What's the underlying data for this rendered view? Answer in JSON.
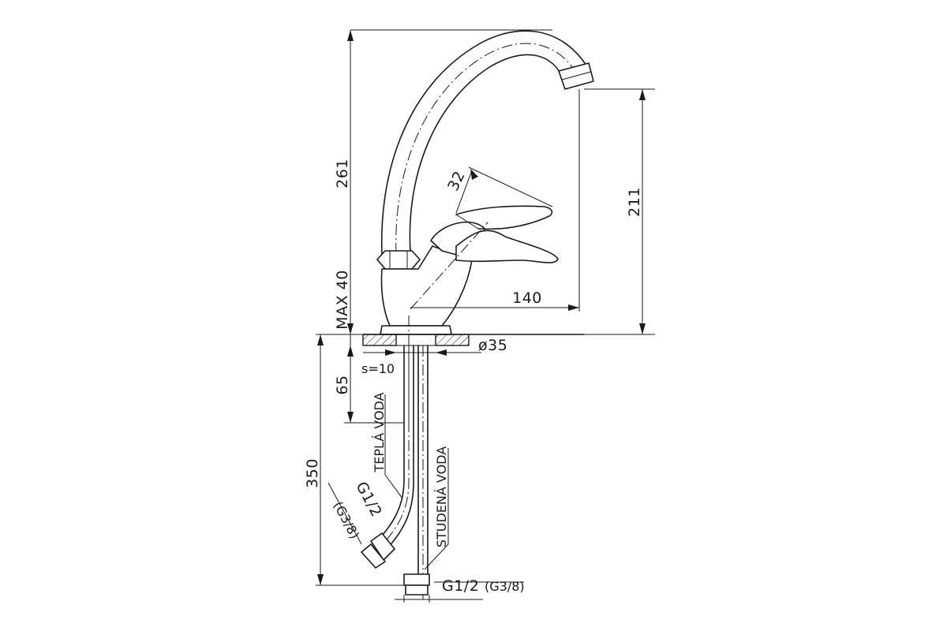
{
  "dimensions": {
    "height_total": "261",
    "spout_height": "211",
    "max_40": "MAX 40",
    "lever_width": "32",
    "reach": "140",
    "base_diameter": "ø35",
    "hole_depth": "65",
    "hose_length": "350",
    "wall_thickness": "s=10"
  },
  "labels": {
    "warm_water": "TEPLÁ VODA",
    "cold_water": "STUDENÁ VODA",
    "thread_side_main": "G1/2",
    "thread_side_alt": "(G3/8)",
    "thread_bottom_main": "G1/2",
    "thread_bottom_alt": "(G3/8)"
  }
}
